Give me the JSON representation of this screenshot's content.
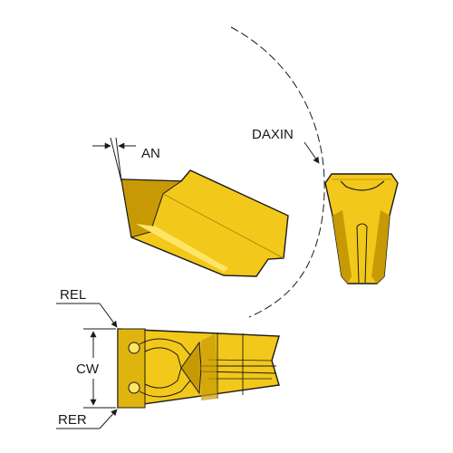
{
  "labels": {
    "an": "AN",
    "daxin": "DAXIN",
    "rel": "REL",
    "cw": "CW",
    "rer": "RER"
  },
  "colors": {
    "insert_fill": "#f2c81a",
    "insert_shade": "#c79a05",
    "insert_light": "#ffe566",
    "outline": "#1a1a1a"
  }
}
